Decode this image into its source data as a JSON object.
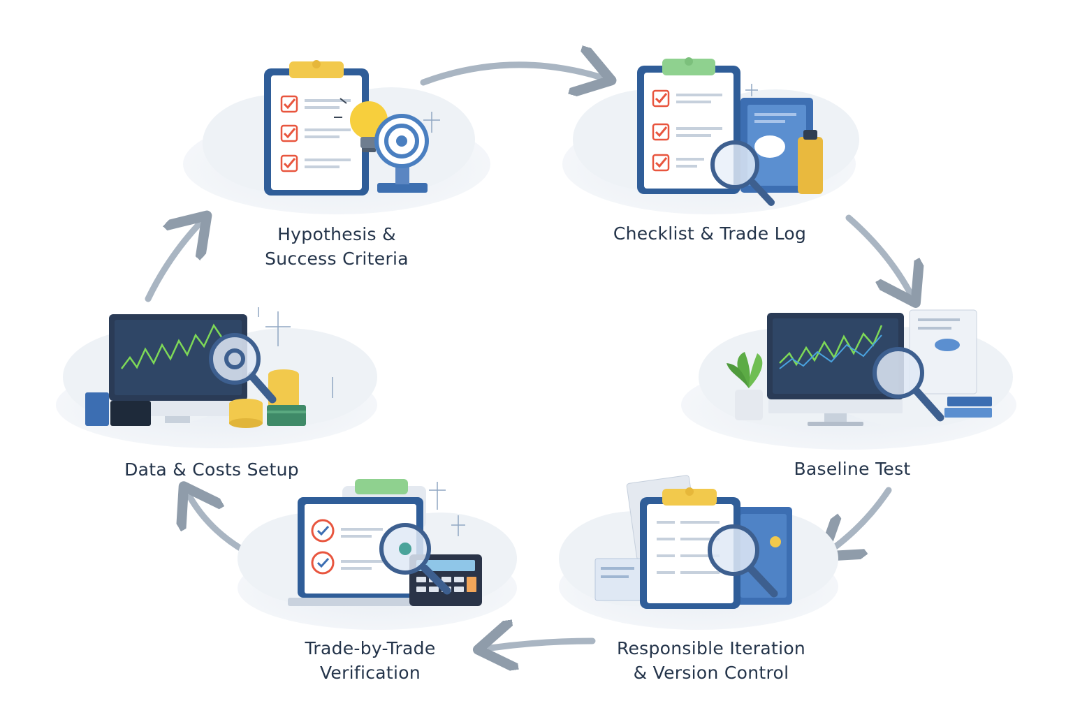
{
  "steps": [
    {
      "id": "hypothesis",
      "lines": [
        "Hypothesis &",
        "Success Criteria"
      ]
    },
    {
      "id": "checklist",
      "lines": [
        "Checklist & Trade Log"
      ]
    },
    {
      "id": "baseline",
      "lines": [
        "Baseline Test"
      ]
    },
    {
      "id": "iteration",
      "lines": [
        "Responsible Iteration",
        "& Version Control"
      ]
    },
    {
      "id": "verification",
      "lines": [
        "Trade-by-Trade",
        "Verification"
      ]
    },
    {
      "id": "data",
      "lines": [
        "Data & Costs Setup"
      ]
    }
  ],
  "colors": {
    "text": "#24344a",
    "navy": "#2b4a7a",
    "blue": "#4a7fc0",
    "arrow": "#9aa7b5",
    "gold": "#f2c94c",
    "green_chart": "#7ed957",
    "check": "#e8553e",
    "clip_green": "#8fd18f"
  }
}
